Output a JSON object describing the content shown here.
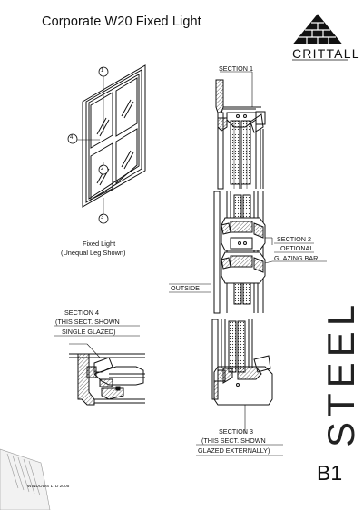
{
  "title": "Corporate W20 Fixed Light",
  "brand": "CRITTALL",
  "labels": {
    "section1": "SECTION 1",
    "section2_line1": "SECTION 2",
    "section2_line2": "OPTIONAL",
    "section2_line3": "GLAZING BAR",
    "outside": "OUTSIDE",
    "section4_line1": "SECTION 4",
    "section4_line2": "(THIS SECT. SHOWN",
    "section4_line3": "SINGLE GLAZED)",
    "section3_line1": "SECTION 3",
    "section3_line2": "(THIS SECT. SHOWN",
    "section3_line3": "GLAZED EXTERNALLY)",
    "fixed_light": "Fixed Light",
    "unequal_leg": "(Unequal Leg Shown)"
  },
  "callouts": [
    "1",
    "2",
    "3",
    "4"
  ],
  "category": "STEEL",
  "sheet": "B1",
  "copyright": "WINDOWS LTD 2005",
  "colors": {
    "line": "#111111",
    "hatch": "#444444"
  }
}
